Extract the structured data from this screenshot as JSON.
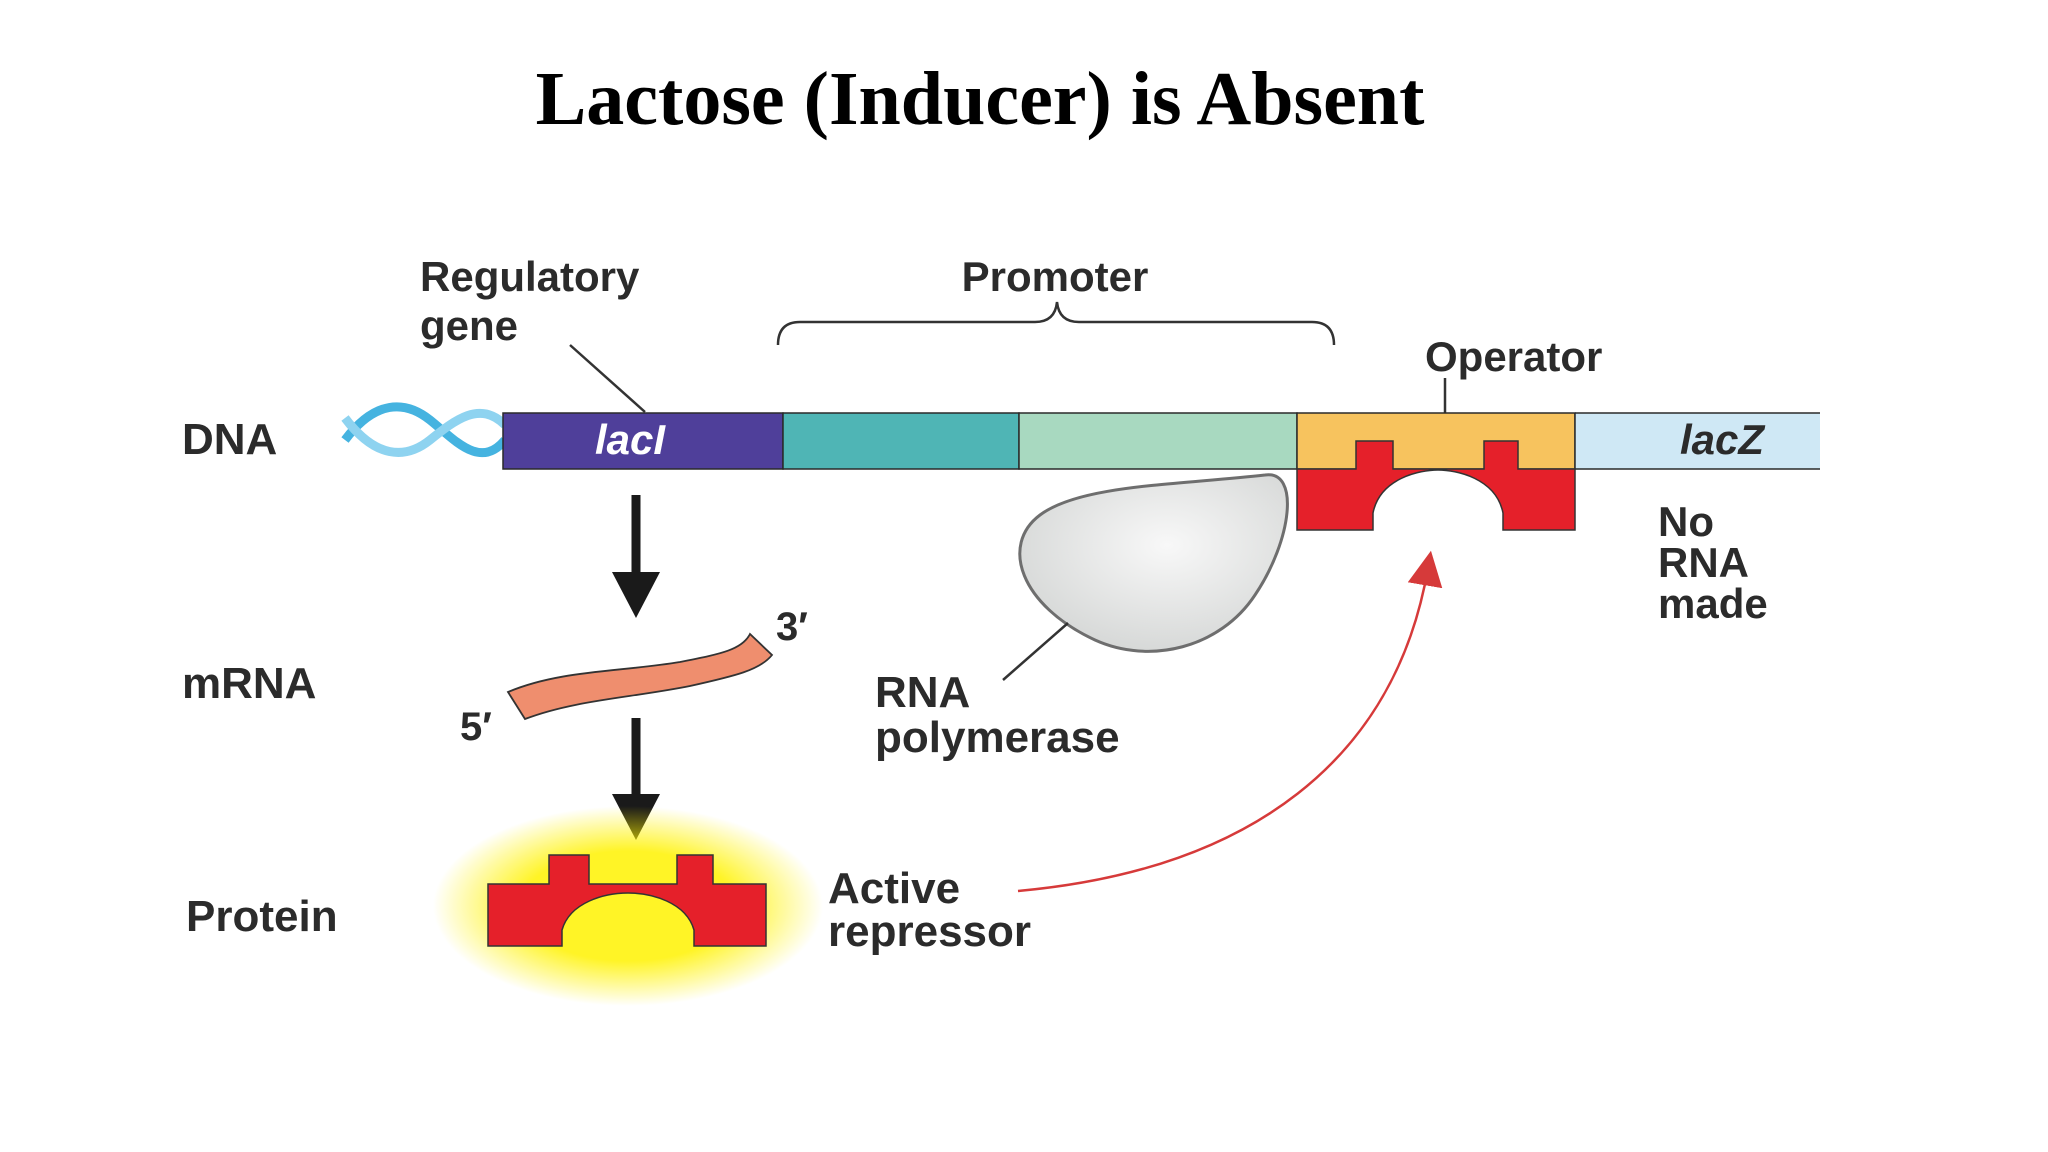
{
  "title": "Lactose (Inducer) is Absent",
  "labels": {
    "regulatory_gene_line1": "Regulatory",
    "regulatory_gene_line2": "gene",
    "promoter": "Promoter",
    "operator": "Operator",
    "dna": "DNA",
    "laci": "lacI",
    "lacz": "lacZ",
    "no_rna_line1": "No",
    "no_rna_line2": "RNA",
    "no_rna_line3": "made",
    "mrna": "mRNA",
    "three_prime": "3′",
    "five_prime": "5′",
    "rna_polymerase_line1": "RNA",
    "rna_polymerase_line2": "polymerase",
    "protein": "Protein",
    "active_repressor_line1": "Active",
    "active_repressor_line2": "repressor"
  },
  "colors": {
    "laci": "#4f3f9a",
    "promoter_a": "#4fb5b5",
    "promoter_b": "#a8d9c0",
    "operator": "#f7c35e",
    "lacz": "#cfe8f5",
    "repressor": "#e5202a",
    "mrna": "#ef8e6e",
    "dna_helix": "#45b3e0",
    "polymerase": "#e8e9e8",
    "red_arrow": "#d63a3a"
  }
}
